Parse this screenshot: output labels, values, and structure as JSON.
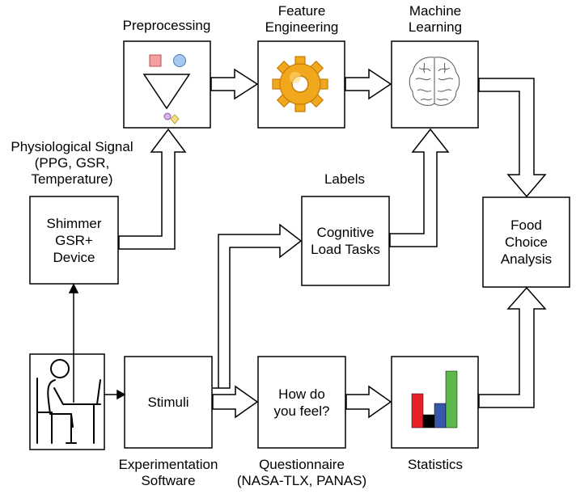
{
  "labels": {
    "preprocessing": "Preprocessing",
    "feature_engineering": "Feature\nEngineering",
    "machine_learning": "Machine\nLearning",
    "physiological_signal": "Physiological Signal\n(PPG, GSR,\nTemperature)",
    "labels_title": "Labels",
    "experimentation_software": "Experimentation\nSoftware",
    "questionnaire": "Questionnaire\n(NASA-TLX, PANAS)",
    "statistics": "Statistics"
  },
  "boxes": {
    "shimmer": "Shimmer\nGSR+\nDevice",
    "cognitive": "Cognitive\nLoad Tasks",
    "food_choice": "Food\nChoice\nAnalysis",
    "stimuli": "Stimuli",
    "how_do_you_feel": "How do\nyou feel?"
  },
  "colors": {
    "bar_red": "#e8202a",
    "bar_black": "#000000",
    "bar_blue": "#3757a8",
    "bar_green": "#5cb84a",
    "gear": "#f2a81d",
    "square": "#f4a0a0",
    "circle": "#a8c8f0",
    "small_circle": "#d8b4e8",
    "diamond": "#f5e08a"
  },
  "icons": [
    "funnel-icon",
    "gear-icon",
    "brain-icon",
    "person-at-desk-icon",
    "bar-chart-icon"
  ]
}
